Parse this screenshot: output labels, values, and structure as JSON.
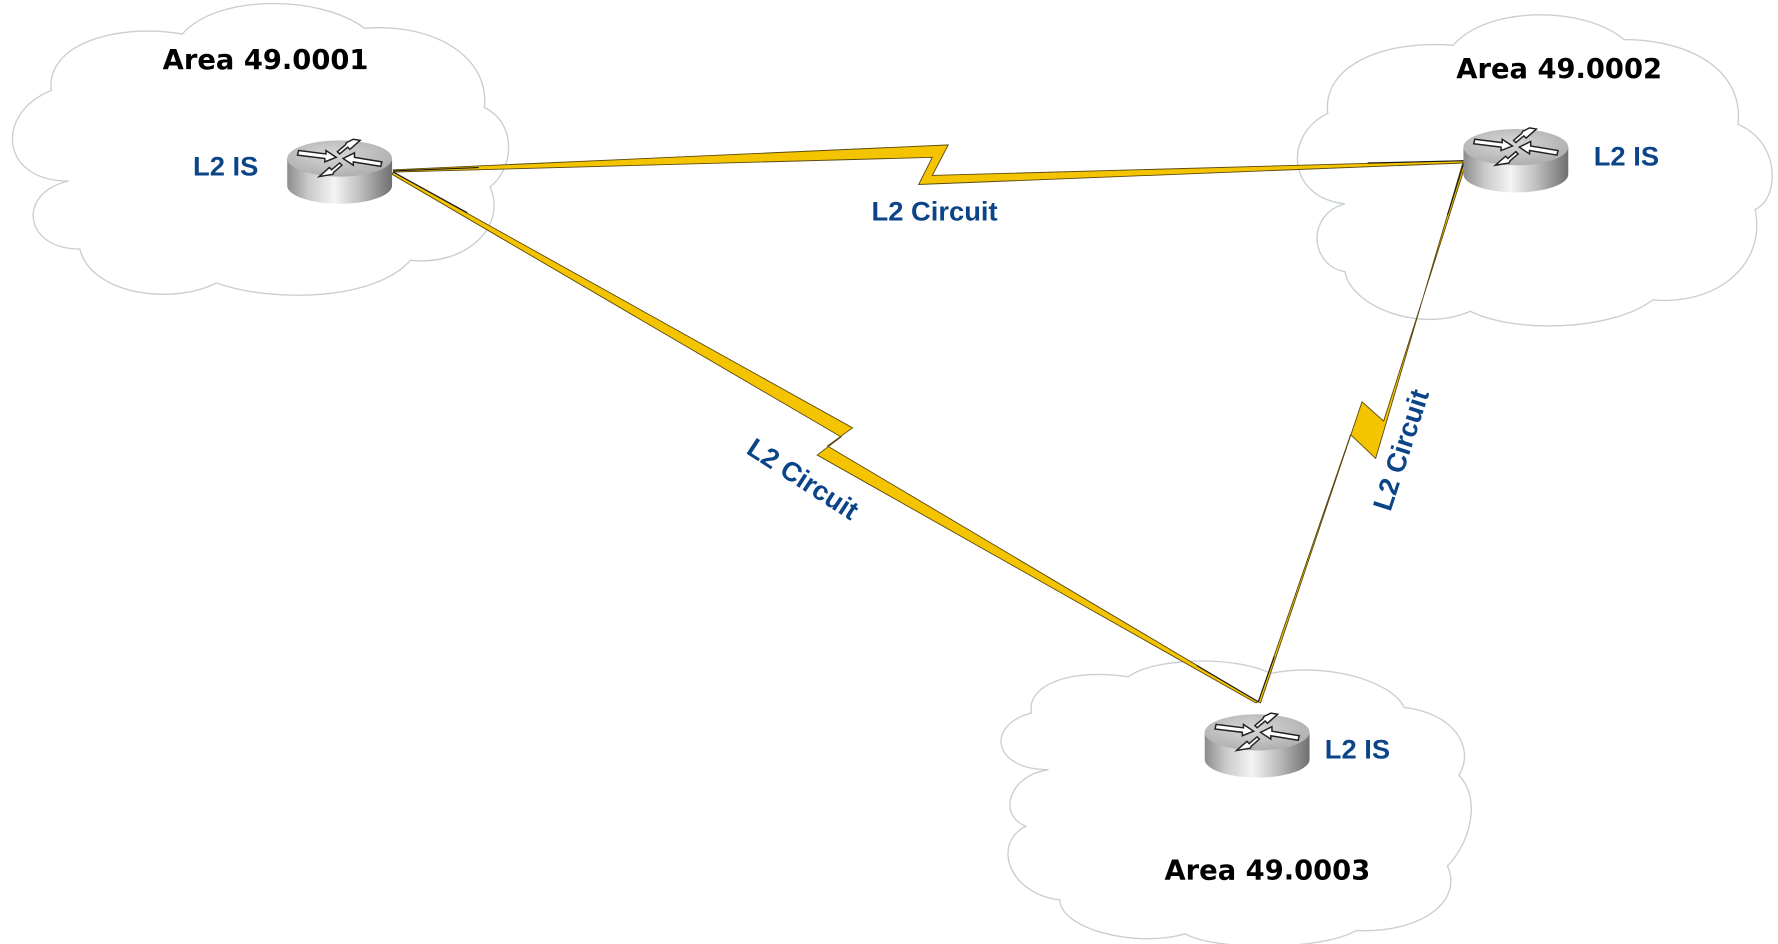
{
  "diagram": {
    "colors": {
      "link_fill": "#f5c400",
      "link_outline": "#5a4a10",
      "node_label": "#0b4588",
      "link_label": "#0b4588",
      "area_label": "#000000",
      "cloud_outline": "#c8cfd3"
    },
    "areas": [
      {
        "id": "area1",
        "label": "Area 49.0001"
      },
      {
        "id": "area2",
        "label": "Area 49.0002"
      },
      {
        "id": "area3",
        "label": "Area 49.0003"
      }
    ],
    "nodes": [
      {
        "id": "r1",
        "icon": "router-icon",
        "label": "L2 IS",
        "area": "area1"
      },
      {
        "id": "r2",
        "icon": "router-icon",
        "label": "L2 IS",
        "area": "area2"
      },
      {
        "id": "r3",
        "icon": "router-icon",
        "label": "L2 IS",
        "area": "area3"
      }
    ],
    "links": [
      {
        "from": "r1",
        "to": "r2",
        "label": "L2 Circuit",
        "style": "serial-lightning"
      },
      {
        "from": "r1",
        "to": "r3",
        "label": "L2 Circuit",
        "style": "serial-lightning"
      },
      {
        "from": "r3",
        "to": "r2",
        "label": "L2 Circuit",
        "style": "serial-lightning"
      }
    ]
  }
}
